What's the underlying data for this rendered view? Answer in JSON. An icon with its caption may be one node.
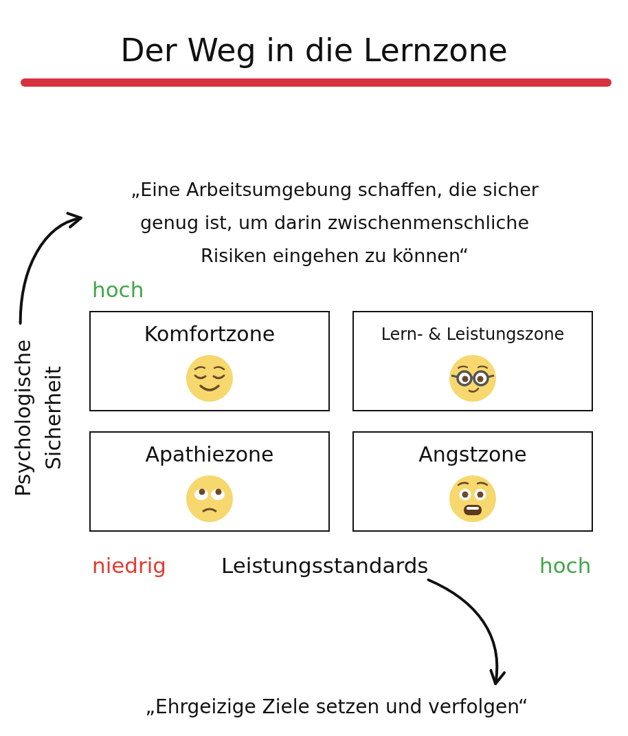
{
  "diagram": {
    "title": "Der Weg in die Lernzone",
    "nodes": [
      {
        "text": [
          "„Eine Arbeitsumgebung schaffen, die sicher genug ist, um darin zwischenmenschliche Risiken eingehen zu können“"
        ]
      },
      {
        "text": [
          "Psychologische Sicherheit"
        ]
      },
      {
        "text": [
          "Komfortzone"
        ]
      },
      {
        "text": [
          "Lern- & Leistungszone"
        ]
      },
      {
        "text": [
          "Apathiezone"
        ]
      },
      {
        "text": [
          "Angstzone"
        ]
      },
      {
        "text": [
          "Leistungsstandards"
        ]
      },
      {
        "text": [
          "„Ehrgeizige Ziele setzen und verfolgen“"
        ]
      }
    ],
    "edges": [
      {
        "from": 1,
        "to": 0,
        "arrow": "to"
      },
      {
        "from": 6,
        "to": 7,
        "arrow": "to"
      }
    ],
    "labels": [
      "hoch",
      "niedrig",
      "hoch"
    ]
  }
}
